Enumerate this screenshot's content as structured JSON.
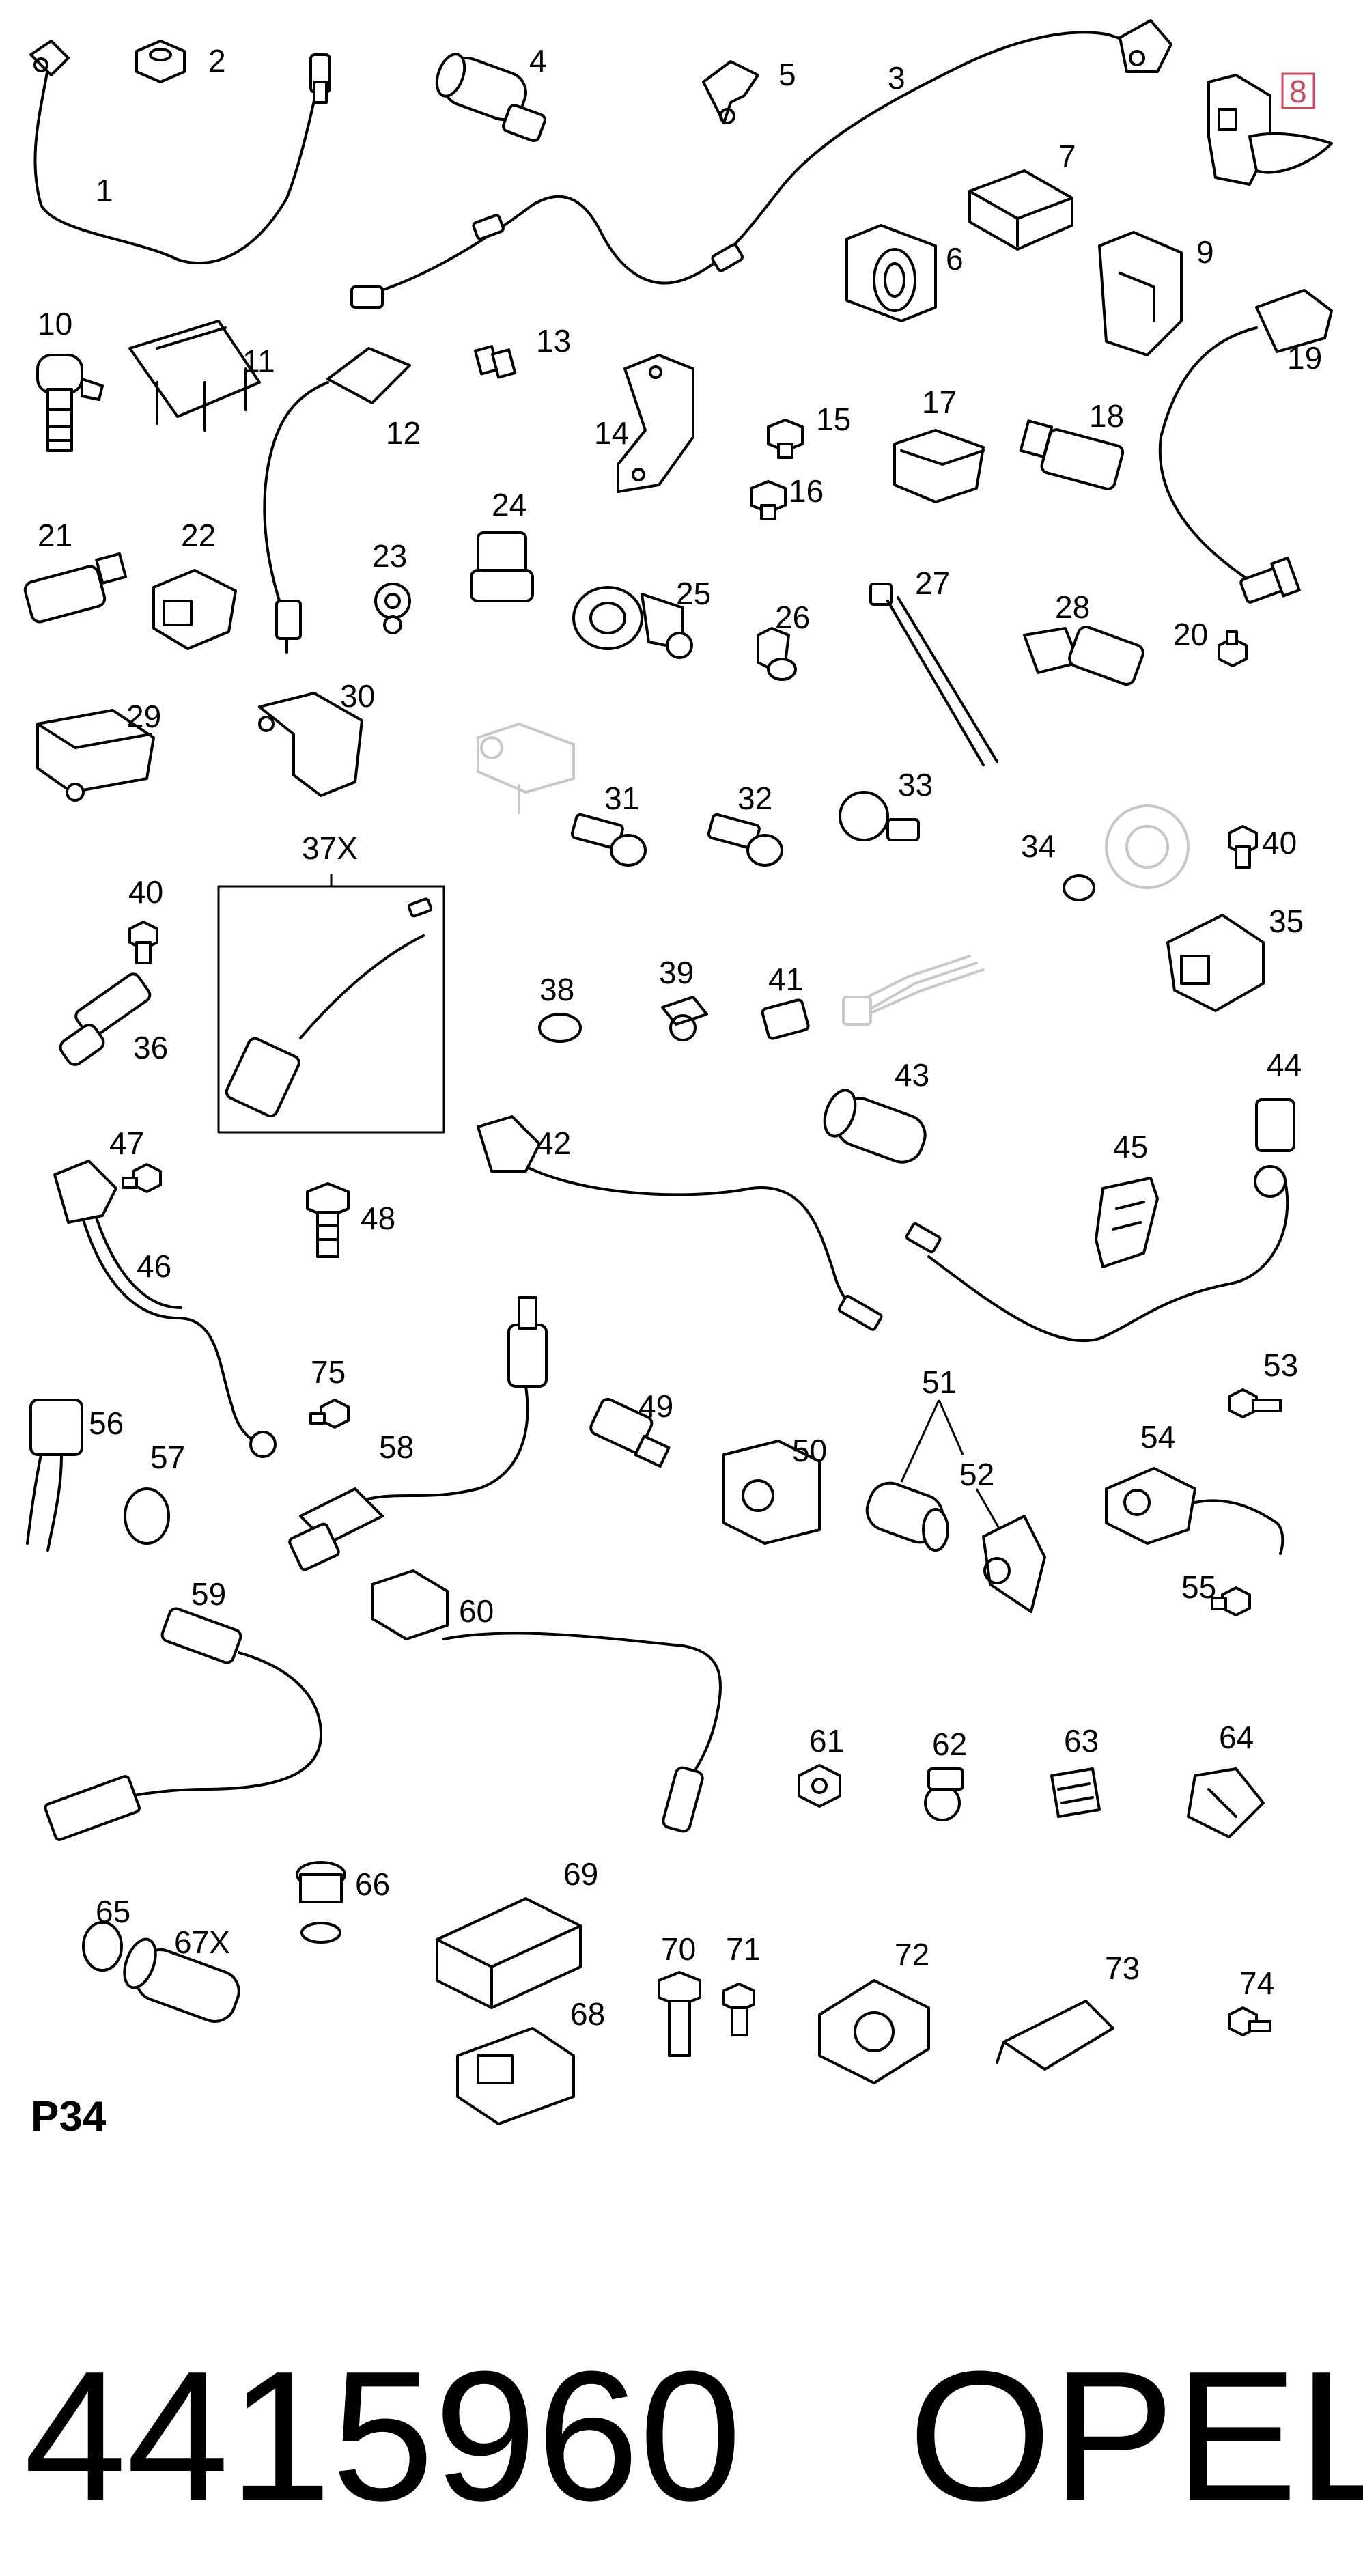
{
  "diagram": {
    "sheet_code": "P34",
    "highlighted_label": "8",
    "highlight_color": "#d0485a",
    "ghost_color": "#c8c8c8",
    "labels": [
      "1",
      "2",
      "3",
      "4",
      "5",
      "6",
      "7",
      "8",
      "9",
      "10",
      "11",
      "12",
      "13",
      "14",
      "15",
      "16",
      "17",
      "18",
      "19",
      "20",
      "21",
      "22",
      "23",
      "24",
      "25",
      "26",
      "27",
      "28",
      "29",
      "30",
      "31",
      "32",
      "33",
      "34",
      "35",
      "36",
      "37X",
      "38",
      "39",
      "40",
      "40",
      "41",
      "42",
      "43",
      "44",
      "45",
      "46",
      "47",
      "48",
      "49",
      "50",
      "51",
      "52",
      "53",
      "54",
      "55",
      "56",
      "57",
      "58",
      "59",
      "60",
      "61",
      "62",
      "63",
      "64",
      "65",
      "66",
      "67X",
      "68",
      "69",
      "70",
      "71",
      "72",
      "73",
      "74",
      "75"
    ]
  },
  "footer": {
    "part_number": "4415960",
    "brand": "OPEL"
  }
}
